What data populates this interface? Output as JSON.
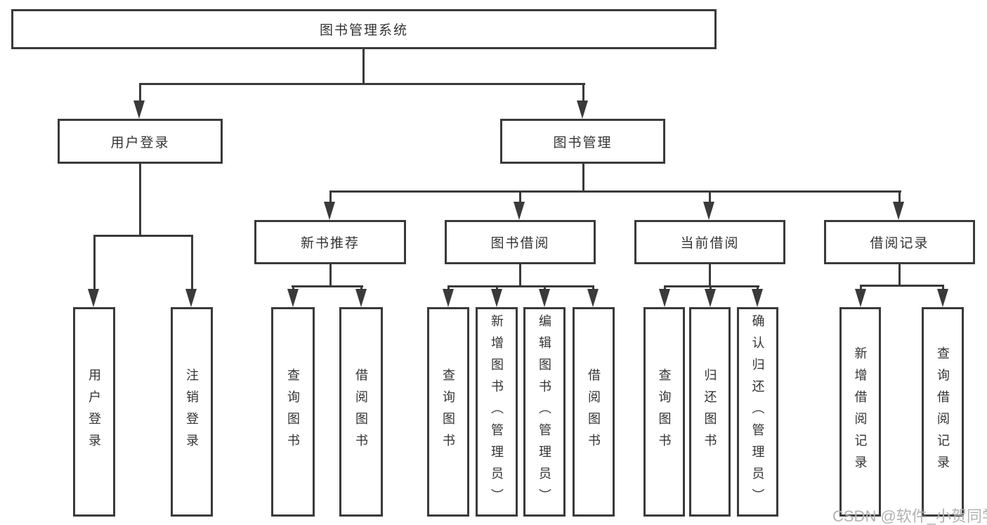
{
  "diagram": {
    "root": {
      "label": "图书管理系统"
    },
    "branches": [
      {
        "label": "用户登录",
        "children": [
          {
            "label": "用户登录"
          },
          {
            "label": "注销登录"
          }
        ]
      },
      {
        "label": "图书管理",
        "children": [
          {
            "label": "新书推荐",
            "children": [
              {
                "label": "查询图书"
              },
              {
                "label": "借阅图书"
              }
            ]
          },
          {
            "label": "图书借阅",
            "children": [
              {
                "label": "查询图书"
              },
              {
                "label": "新增图书（管理员）"
              },
              {
                "label": "编辑图书（管理员）"
              },
              {
                "label": "借阅图书"
              }
            ]
          },
          {
            "label": "当前借阅",
            "children": [
              {
                "label": "查询图书"
              },
              {
                "label": "归还图书"
              },
              {
                "label": "确认归还（管理员）"
              }
            ]
          },
          {
            "label": "借阅记录",
            "children": [
              {
                "label": "新增借阅记录"
              },
              {
                "label": "查询借阅记录"
              }
            ]
          }
        ]
      }
    ]
  },
  "watermark": {
    "text": "CSDN @软件_小贺同学"
  },
  "colors": {
    "line": "#3a3a3a",
    "text": "#333333",
    "watermark": "#b2b2b2",
    "background": "#ffffff"
  }
}
